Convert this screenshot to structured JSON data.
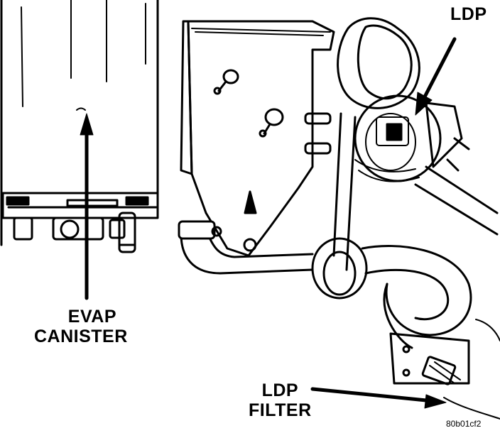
{
  "labels": {
    "evap_canister_line1": "EVAP",
    "evap_canister_line2": "CANISTER",
    "ldp": "LDP",
    "ldp_filter_line1": "LDP",
    "ldp_filter_line2": "FILTER"
  },
  "figure_ref": "80b01cf2",
  "colors": {
    "ink": "#000000",
    "paper": "#ffffff"
  }
}
